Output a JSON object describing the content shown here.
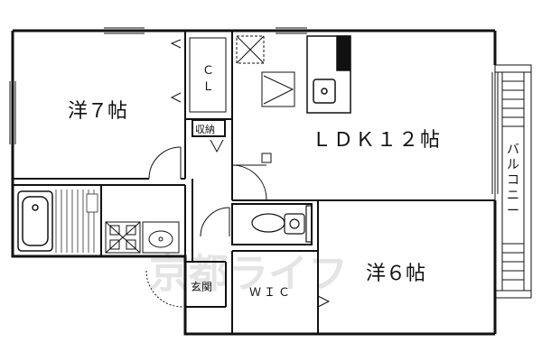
{
  "rooms": {
    "western_7": "洋７帖",
    "ldk_12": "ＬＤＫ１２帖",
    "western_6": "洋６帖",
    "closet": "ＣＬ",
    "storage": "収納",
    "entrance": "玄関",
    "wic": "ＷＩＣ",
    "balcony": "バルコニー"
  },
  "watermark": "京都ライフ",
  "colors": {
    "line": "#111111",
    "watermark": "#d4d4d4"
  }
}
